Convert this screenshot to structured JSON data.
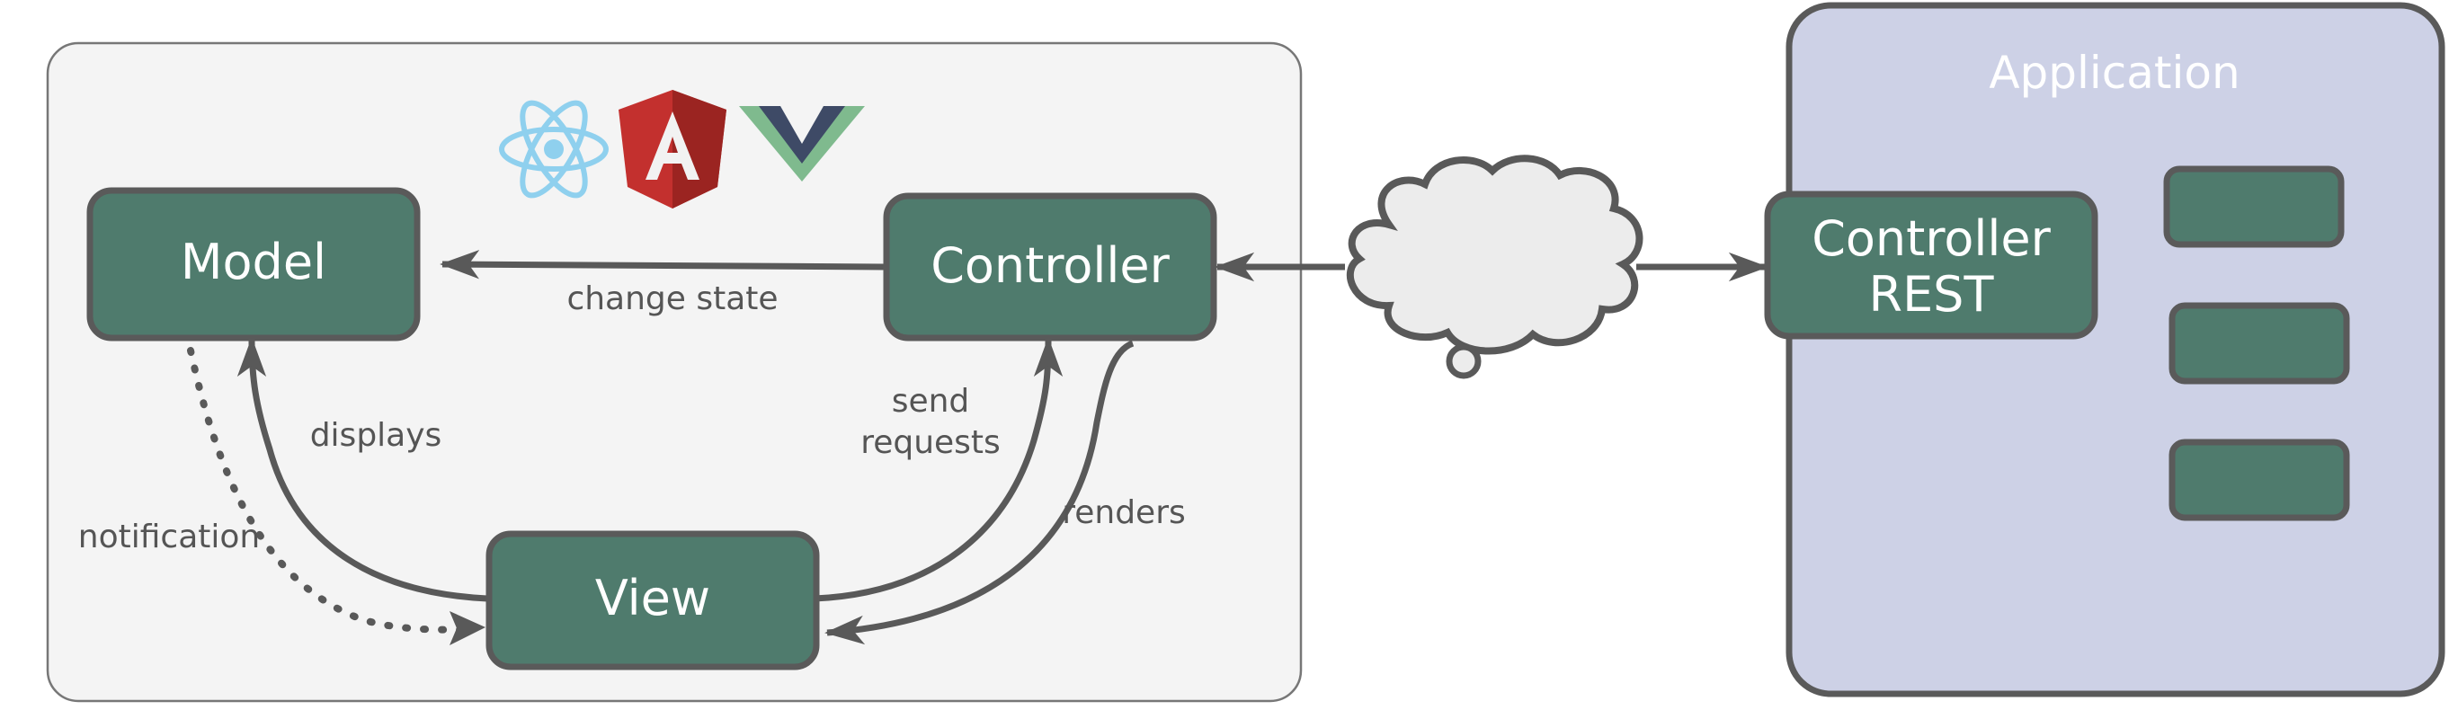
{
  "client": {
    "logos": [
      "react-logo",
      "angular-logo",
      "vue-logo"
    ],
    "model_label": "Model",
    "controller_label": "Controller",
    "view_label": "View"
  },
  "edges": {
    "change_state": "change state",
    "displays": "displays",
    "notification": "notification",
    "send_requests_line1": "send",
    "send_requests_line2": "requests",
    "renders": "renders"
  },
  "network": {
    "icon": "cloud-icon"
  },
  "application": {
    "title": "Application",
    "controller_rest_line1": "Controller",
    "controller_rest_line2": "REST"
  },
  "colors": {
    "node_fill": "#4f7b6d",
    "node_stroke": "#5a5a5a",
    "client_panel_fill": "#f4f4f4",
    "app_panel_fill": "#cdd1e6",
    "edge": "#595959",
    "cloud_fill": "#ececec"
  }
}
